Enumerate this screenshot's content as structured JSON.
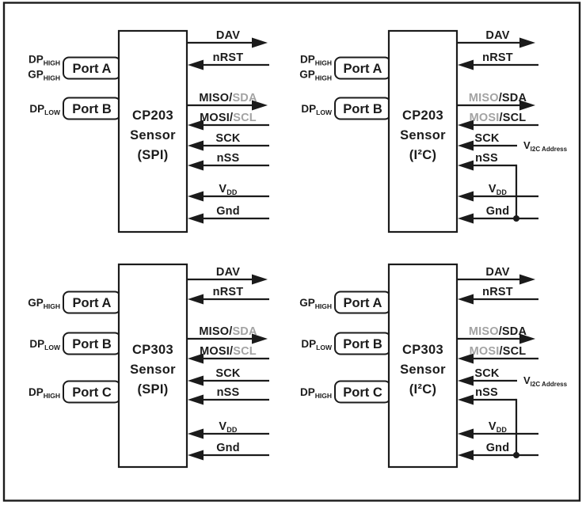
{
  "colors": {
    "line": "#1b1b1b",
    "gray_text": "#a3a3a3",
    "background": "#ffffff"
  },
  "units": [
    {
      "id": "cp203-spi",
      "chip_label": [
        "CP203",
        "Sensor",
        "(SPI)"
      ],
      "ports": [
        {
          "name": "Port A",
          "pins": [
            {
              "base": "DP",
              "sub": "HIGH"
            },
            {
              "base": "GP",
              "sub": "HIGH"
            }
          ]
        },
        {
          "name": "Port B",
          "pins": [
            {
              "base": "DP",
              "sub": "LOW"
            }
          ]
        }
      ],
      "signals": [
        {
          "name": "dav",
          "dir": "out",
          "wire": "long",
          "label_parts": [
            {
              "text": "DAV"
            }
          ]
        },
        {
          "name": "nrst",
          "dir": "in",
          "wire": "long",
          "label_parts": [
            {
              "text": "nRST"
            }
          ]
        },
        {
          "name": "miso-sda",
          "dir": "out",
          "wire": "long",
          "label_parts": [
            {
              "text": "MISO/"
            },
            {
              "text": "SDA",
              "color": "gray"
            }
          ]
        },
        {
          "name": "mosi-scl",
          "dir": "in",
          "wire": "long",
          "label_parts": [
            {
              "text": "MOSI/"
            },
            {
              "text": "SCL",
              "color": "gray"
            }
          ]
        },
        {
          "name": "sck",
          "dir": "in",
          "wire": "long",
          "label_parts": [
            {
              "text": "SCK"
            }
          ]
        },
        {
          "name": "nss",
          "dir": "in",
          "wire": "long",
          "label_parts": [
            {
              "text": "nSS"
            }
          ]
        },
        {
          "name": "vdd",
          "dir": "in",
          "wire": "long",
          "label_parts": [
            {
              "text": "V"
            },
            {
              "text": "DD",
              "sub": true
            }
          ]
        },
        {
          "name": "gnd",
          "dir": "in",
          "wire": "long",
          "label_parts": [
            {
              "text": "Gnd"
            }
          ]
        }
      ]
    },
    {
      "id": "cp203-i2c",
      "chip_label": [
        "CP203",
        "Sensor",
        "(I²C)"
      ],
      "ports": [
        {
          "name": "Port A",
          "pins": [
            {
              "base": "DP",
              "sub": "HIGH"
            },
            {
              "base": "GP",
              "sub": "HIGH"
            }
          ]
        },
        {
          "name": "Port B",
          "pins": [
            {
              "base": "DP",
              "sub": "LOW"
            }
          ]
        }
      ],
      "signals": [
        {
          "name": "dav",
          "dir": "out",
          "wire": "long",
          "label_parts": [
            {
              "text": "DAV"
            }
          ]
        },
        {
          "name": "nrst",
          "dir": "in",
          "wire": "long",
          "label_parts": [
            {
              "text": "nRST"
            }
          ]
        },
        {
          "name": "miso-sda",
          "dir": "out",
          "wire": "long",
          "label_parts": [
            {
              "text": "MISO",
              "color": "gray"
            },
            {
              "text": "/SDA"
            }
          ]
        },
        {
          "name": "mosi-scl",
          "dir": "in",
          "wire": "long",
          "label_parts": [
            {
              "text": "MOSI",
              "color": "gray"
            },
            {
              "text": "/SCL"
            }
          ]
        },
        {
          "name": "sck",
          "dir": "in",
          "wire": "short",
          "label_parts": [
            {
              "text": "SCK"
            }
          ],
          "annotation": {
            "base": "V",
            "sub": "I2C Address"
          }
        },
        {
          "name": "nss",
          "dir": "in",
          "wire": "bend-to-gnd",
          "label_parts": [
            {
              "text": "nSS"
            }
          ]
        },
        {
          "name": "vdd",
          "dir": "in",
          "wire": "long",
          "label_parts": [
            {
              "text": "V"
            },
            {
              "text": "DD",
              "sub": true
            }
          ]
        },
        {
          "name": "gnd",
          "dir": "in",
          "wire": "long",
          "label_parts": [
            {
              "text": "Gnd"
            }
          ]
        }
      ]
    },
    {
      "id": "cp303-spi",
      "chip_label": [
        "CP303",
        "Sensor",
        "(SPI)"
      ],
      "ports": [
        {
          "name": "Port A",
          "pins": [
            {
              "base": "GP",
              "sub": "HIGH"
            }
          ]
        },
        {
          "name": "Port B",
          "pins": [
            {
              "base": "DP",
              "sub": "LOW"
            }
          ]
        },
        {
          "name": "Port C",
          "pins": [
            {
              "base": "DP",
              "sub": "HIGH"
            }
          ]
        }
      ],
      "signals": [
        {
          "name": "dav",
          "dir": "out",
          "wire": "long",
          "label_parts": [
            {
              "text": "DAV"
            }
          ]
        },
        {
          "name": "nrst",
          "dir": "in",
          "wire": "long",
          "label_parts": [
            {
              "text": "nRST"
            }
          ]
        },
        {
          "name": "miso-sda",
          "dir": "out",
          "wire": "long",
          "label_parts": [
            {
              "text": "MISO/"
            },
            {
              "text": "SDA",
              "color": "gray"
            }
          ]
        },
        {
          "name": "mosi-scl",
          "dir": "in",
          "wire": "long",
          "label_parts": [
            {
              "text": "MOSI/"
            },
            {
              "text": "SCL",
              "color": "gray"
            }
          ]
        },
        {
          "name": "sck",
          "dir": "in",
          "wire": "long",
          "label_parts": [
            {
              "text": "SCK"
            }
          ]
        },
        {
          "name": "nss",
          "dir": "in",
          "wire": "long",
          "label_parts": [
            {
              "text": "nSS"
            }
          ]
        },
        {
          "name": "vdd",
          "dir": "in",
          "wire": "long",
          "label_parts": [
            {
              "text": "V"
            },
            {
              "text": "DD",
              "sub": true
            }
          ]
        },
        {
          "name": "gnd",
          "dir": "in",
          "wire": "long",
          "label_parts": [
            {
              "text": "Gnd"
            }
          ]
        }
      ]
    },
    {
      "id": "cp303-i2c",
      "chip_label": [
        "CP303",
        "Sensor",
        "(I²C)"
      ],
      "ports": [
        {
          "name": "Port A",
          "pins": [
            {
              "base": "GP",
              "sub": "HIGH"
            }
          ]
        },
        {
          "name": "Port B",
          "pins": [
            {
              "base": "DP",
              "sub": "LOW"
            }
          ]
        },
        {
          "name": "Port C",
          "pins": [
            {
              "base": "DP",
              "sub": "HIGH"
            }
          ]
        }
      ],
      "signals": [
        {
          "name": "dav",
          "dir": "out",
          "wire": "long",
          "label_parts": [
            {
              "text": "DAV"
            }
          ]
        },
        {
          "name": "nrst",
          "dir": "in",
          "wire": "long",
          "label_parts": [
            {
              "text": "nRST"
            }
          ]
        },
        {
          "name": "miso-sda",
          "dir": "out",
          "wire": "long",
          "label_parts": [
            {
              "text": "MISO",
              "color": "gray"
            },
            {
              "text": "/SDA"
            }
          ]
        },
        {
          "name": "mosi-scl",
          "dir": "in",
          "wire": "long",
          "label_parts": [
            {
              "text": "MOSI",
              "color": "gray"
            },
            {
              "text": "/SCL"
            }
          ]
        },
        {
          "name": "sck",
          "dir": "in",
          "wire": "short",
          "label_parts": [
            {
              "text": "SCK"
            }
          ],
          "annotation": {
            "base": "V",
            "sub": "I2C Address"
          }
        },
        {
          "name": "nss",
          "dir": "in",
          "wire": "bend-to-gnd",
          "label_parts": [
            {
              "text": "nSS"
            }
          ]
        },
        {
          "name": "vdd",
          "dir": "in",
          "wire": "long",
          "label_parts": [
            {
              "text": "V"
            },
            {
              "text": "DD",
              "sub": true
            }
          ]
        },
        {
          "name": "gnd",
          "dir": "in",
          "wire": "long",
          "label_parts": [
            {
              "text": "Gnd"
            }
          ]
        }
      ]
    }
  ]
}
